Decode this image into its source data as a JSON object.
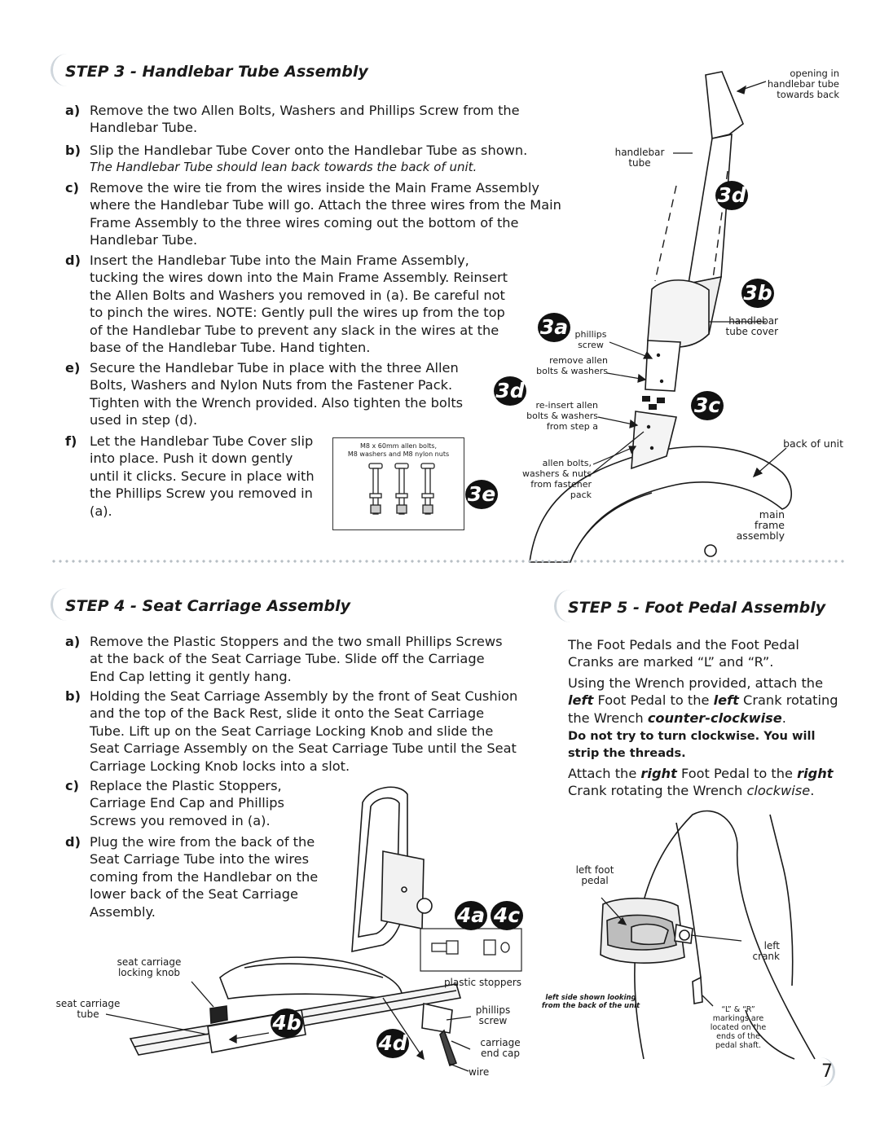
{
  "step3": {
    "title": "STEP 3 - Handlebar Tube Assembly",
    "items": [
      {
        "letter": "a)",
        "text": "Remove the two Allen Bolts, Washers and Phillips Screw from the Handlebar Tube."
      },
      {
        "letter": "b)",
        "text": "Slip the Handlebar Tube Cover onto the Handlebar Tube as shown.",
        "note": "The Handlebar Tube should lean back towards the back of unit."
      },
      {
        "letter": "c)",
        "text": "Remove the wire tie from the wires inside the Main Frame Assembly where the Handlebar Tube will go. Attach the three wires from the Main Frame Assembly to the three wires coming out the bottom of the Handlebar Tube."
      },
      {
        "letter": "d)",
        "text": "Insert the Handlebar Tube into the Main Frame Assembly, tucking the wires down into the Main Frame Assembly. Reinsert the Allen Bolts and Washers you removed in (a). Be careful not to pinch the wires. NOTE: Gently pull the wires up from the top of the Handlebar Tube to prevent any slack in the wires at the base of the Handlebar Tube. Hand tighten."
      },
      {
        "letter": "e)",
        "text": "Secure the Handlebar Tube in place with the three Allen Bolts, Washers and Nylon Nuts from the Fastener Pack. Tighten with the Wrench provided. Also tighten the bolts used in step (d)."
      },
      {
        "letter": "f)",
        "text": "Let the Handlebar Tube Cover slip into place. Push it down gently until it clicks. Secure in place with the Phillips Screw you removed in (a)."
      }
    ],
    "fastener_caption_1": "M8 x 60mm allen bolts,",
    "fastener_caption_2": "M8 washers and M8 nylon nuts",
    "badges": [
      "3a",
      "3b",
      "3c",
      "3d",
      "3d",
      "3e"
    ],
    "labels": {
      "opening": "opening in handlebar tube towards back",
      "handlebar_tube": "handlebar tube",
      "handlebar_tube_cover": "handlebar tube cover",
      "phillips_screw": "phillips screw",
      "remove_allen": "remove allen bolts & washers",
      "reinsert_allen": "re-insert allen bolts & washers from step a",
      "allen_bolts": "allen bolts, washers & nuts from fastener pack",
      "back_of_unit": "back of unit",
      "main_frame": "main frame assembly"
    }
  },
  "step4": {
    "title": "STEP 4 - Seat Carriage Assembly",
    "items": [
      {
        "letter": "a)",
        "text": "Remove the Plastic Stoppers and the two small Phillips Screws at the back of the Seat Carriage Tube. Slide off the Carriage End Cap letting it gently hang."
      },
      {
        "letter": "b)",
        "text": "Holding the Seat Carriage Assembly by the front of Seat Cushion and the top of the Back Rest, slide it onto the Seat Carriage Tube. Lift up on the Seat Carriage Locking Knob and slide the Seat Carriage Assembly on the Seat Carriage Tube until the Seat Carriage Locking Knob locks into a slot."
      },
      {
        "letter": "c)",
        "text": "Replace the Plastic Stoppers, Carriage End Cap and Phillips Screws you removed in (a)."
      },
      {
        "letter": "d)",
        "text": "Plug the wire from the back of the Seat Carriage Tube into the wires coming from the Handlebar on the lower back of the Seat Carriage Assembly."
      }
    ],
    "badges": [
      "4a",
      "4c",
      "4b",
      "4d"
    ],
    "labels": {
      "locking_knob": "seat carriage locking knob",
      "seat_tube": "seat carriage tube",
      "plastic_stoppers": "plastic stoppers",
      "phillips_screw": "phillips screw",
      "end_cap": "carriage end cap",
      "wire": "wire"
    }
  },
  "step5": {
    "title": "STEP 5 - Foot Pedal Assembly",
    "p1": "The Foot Pedals and the Foot Pedal Cranks are marked “L” and “R”.",
    "p2_a": "Using the Wrench provided, attach the ",
    "p2_left1": "left",
    "p2_b": " Foot Pedal to the ",
    "p2_left2": "left",
    "p2_c": " Crank rotating the Wrench ",
    "p2_ccw": "counter-clockwise",
    "p2_d": ".",
    "p3": "Do not try to turn clockwise. You will strip the threads.",
    "p4_a": "Attach the ",
    "p4_right1": "right",
    "p4_b": " Foot Pedal to the ",
    "p4_right2": "right",
    "p4_c": " Crank rotating the Wrench ",
    "p4_cw": "clockwise",
    "p4_d": ".",
    "labels": {
      "left_foot_pedal": "left foot pedal",
      "left_crank": "left crank",
      "shown": "left side shown looking from the back of the unit",
      "markings": "“L” & “R” markings are located on the ends of the pedal shaft."
    }
  },
  "page_number": "7"
}
